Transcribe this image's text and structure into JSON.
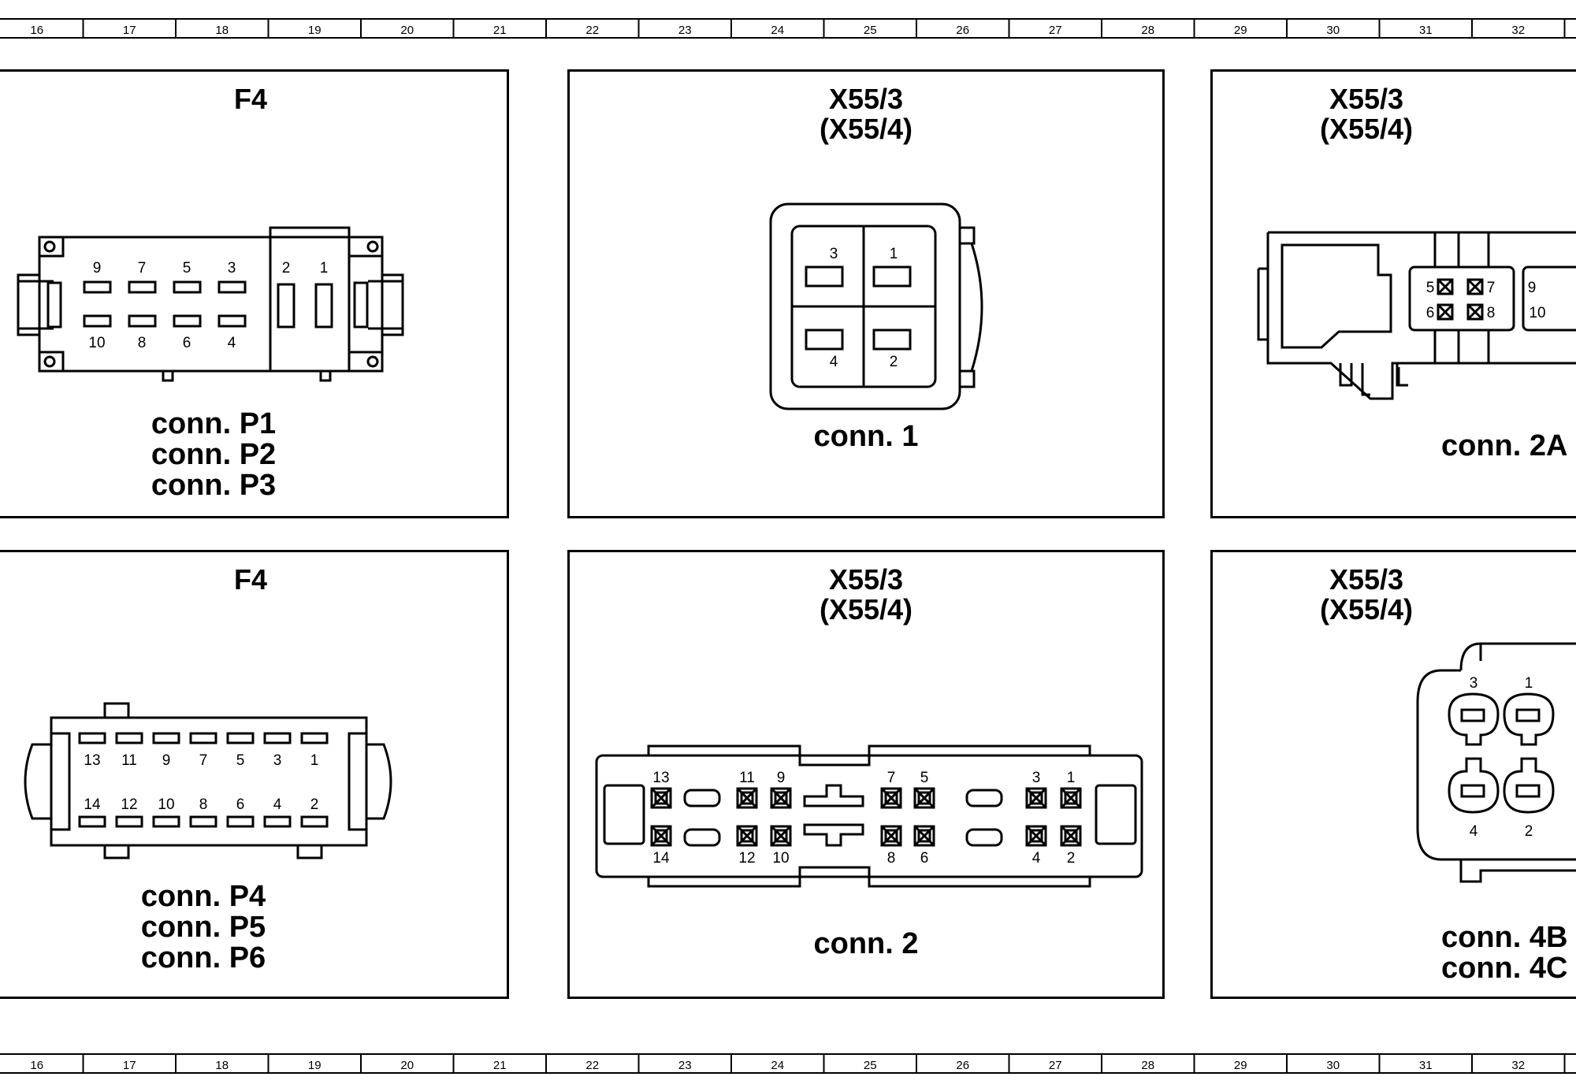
{
  "ruler": {
    "labels": [
      "16",
      "17",
      "18",
      "19",
      "20",
      "21",
      "22",
      "23",
      "24",
      "25",
      "26",
      "27",
      "28",
      "29",
      "30",
      "31",
      "32"
    ]
  },
  "panels": {
    "f4_top": {
      "title": "F4",
      "conn_labels": [
        "conn. P1",
        "conn. P2",
        "conn. P3"
      ],
      "pins_top": [
        "9",
        "7",
        "5",
        "3"
      ],
      "pins_bottom": [
        "10",
        "8",
        "6",
        "4"
      ],
      "pins_right": [
        "2",
        "1"
      ]
    },
    "x55_conn1": {
      "title_line1": "X55/3",
      "title_line2": "(X55/4)",
      "conn_label": "conn. 1",
      "pins": [
        "3",
        "1",
        "4",
        "2"
      ]
    },
    "x55_conn2a": {
      "title_line1": "X55/3",
      "title_line2": "(X55/4)",
      "conn_label": "conn. 2A",
      "pins": [
        "5",
        "7",
        "6",
        "8",
        "9",
        "10"
      ]
    },
    "f4_bottom": {
      "title": "F4",
      "conn_labels": [
        "conn. P4",
        "conn. P5",
        "conn. P6"
      ],
      "pins_top": [
        "13",
        "11",
        "9",
        "7",
        "5",
        "3",
        "1"
      ],
      "pins_bottom": [
        "14",
        "12",
        "10",
        "8",
        "6",
        "4",
        "2"
      ]
    },
    "x55_conn2": {
      "title_line1": "X55/3",
      "title_line2": "(X55/4)",
      "conn_label": "conn. 2",
      "pins_top": [
        "13",
        "11",
        "9",
        "7",
        "5",
        "3",
        "1"
      ],
      "pins_bottom": [
        "14",
        "12",
        "10",
        "8",
        "6",
        "4",
        "2"
      ]
    },
    "x55_conn4": {
      "title_line1": "X55/3",
      "title_line2": "(X55/4)",
      "conn_labels": [
        "conn. 4B",
        "conn. 4C"
      ],
      "pins": [
        "3",
        "1",
        "4",
        "2"
      ]
    }
  }
}
